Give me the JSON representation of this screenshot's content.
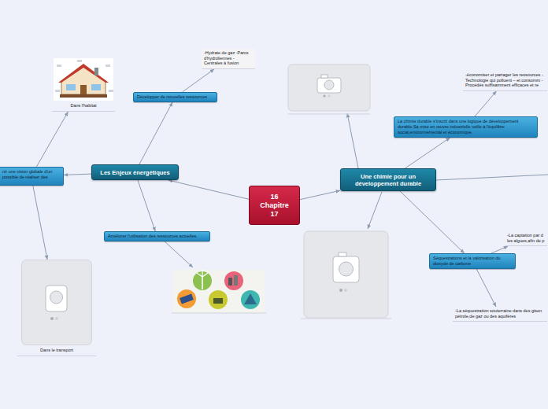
{
  "diagram": {
    "nodes": [
      {
        "text": [
          "16 Chapitre 17"
        ]
      },
      {
        "text": [
          "Les Enjeux énergétiques"
        ]
      },
      {
        "text": [
          "Une chimie pour un développement durable"
        ]
      },
      {
        "text": [
          "Développer de nouvelles ressources"
        ]
      },
      {
        "text": [
          "-Hydrate de gaz -Parcs d'hydroliennes -Centrales à fusion"
        ]
      },
      {
        "text": [
          "Améliorer l'utilisation des ressources actuelles."
        ]
      },
      {
        "text": [
          "nir une vision globale d'un possible de réaliser des"
        ]
      },
      {
        "text": [
          "Dans l'habitat"
        ]
      },
      {
        "text": [
          "Dans le transport"
        ]
      },
      {
        "text": [
          "La chimie durable s'inscrit dans une logique de développement durable.Sa mise en œuvre industrielle veille à l'équilibre social,environnemental et économique."
        ]
      },
      {
        "text": [
          "-économiser et partager les ressources -Technologie qui polluent – et consomm -Procédés suffisamment efficaces et re"
        ]
      },
      {
        "text": [
          "Séquestrations et la valorisation du dioxyde de carbone"
        ]
      },
      {
        "text": [
          "-La captation par d les algues,afin de p"
        ]
      },
      {
        "text": [
          "-La séquestration souterraine dans des gisen pétrole,de gaz ou des aquifères"
        ]
      }
    ],
    "edges": [
      {
        "from": 0,
        "to": 1,
        "arrow": "to"
      },
      {
        "from": 0,
        "to": 2,
        "arrow": "to"
      },
      {
        "from": 1,
        "to": 3,
        "arrow": "to"
      },
      {
        "from": 3,
        "to": 4,
        "arrow": "to"
      },
      {
        "from": 1,
        "to": 5,
        "arrow": "to"
      },
      {
        "from": 1,
        "to": 6,
        "arrow": "to"
      },
      {
        "from": 6,
        "to": 7,
        "arrow": "to"
      },
      {
        "from": 6,
        "to": 8,
        "arrow": "to"
      },
      {
        "from": 2,
        "to": 9,
        "arrow": "to"
      },
      {
        "from": 9,
        "to": 10,
        "arrow": "to"
      },
      {
        "from": 2,
        "to": 11,
        "arrow": "to"
      },
      {
        "from": 11,
        "to": 12,
        "arrow": "to"
      },
      {
        "from": 11,
        "to": 13,
        "arrow": "to"
      }
    ]
  }
}
